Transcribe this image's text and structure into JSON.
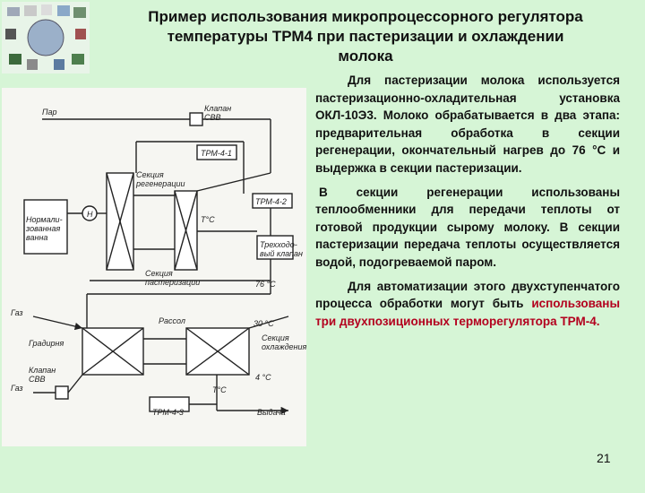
{
  "title": "Пример использования микропроцессорного регулятора\nтемпературы ТРМ4  при пастеризации и охлаждении\nмолока",
  "text": {
    "para1": "Для пастеризации молока используется пастеризационно-охладительная установка ОКЛ-10Э3. Молоко обрабатывается в два этапа: предварительная обработка в секции регенерации, окончательный нагрев до 76 °С и выдержка в секции пастеризации.",
    "para2": "В секции регенерации использованы теплообменники для передачи теплоты от готовой продукции сырому молоку. В секции пастеризации передача теплоты осуществляется водой, подогреваемой паром.",
    "para3_plain": "Для автоматизации этого двухступенчатого процесса обработки могут быть ",
    "para3_red": "использованы три двухпозиционных терморегулятора ТРМ-4."
  },
  "page_number": "21",
  "diagram": {
    "par": "Пар",
    "klapan_svv_top": "Клапан\nСВВ",
    "trm41": "ТРМ-4-1",
    "trm42": "ТРМ-4-2",
    "trm43": "ТРМ-4-3",
    "sekciya_regen": "Секция\nрегенерации",
    "sekciya_past": "Секция\nпастеризации",
    "normal_vanna": "Нормали-\nзованная\nванна",
    "h": "Н",
    "t_c_1": "Т°С",
    "t_c_2": "Т°С",
    "trehhod": "Трехходо-\nвый клапан",
    "t76": "76 °С",
    "gaz1": "Газ",
    "gaz2": "Газ",
    "rassol": "Рассол",
    "gradirnya": "Градирня",
    "klapan_svv_bottom": "Клапан\nСВВ",
    "t30": "30 °С",
    "t4": "4 °С",
    "sekciya_ohl": "Секция\nохлаждения",
    "vydacha": "Выдача"
  },
  "colors": {
    "background": "#d6f5d6",
    "accent_red": "#b3001e"
  }
}
